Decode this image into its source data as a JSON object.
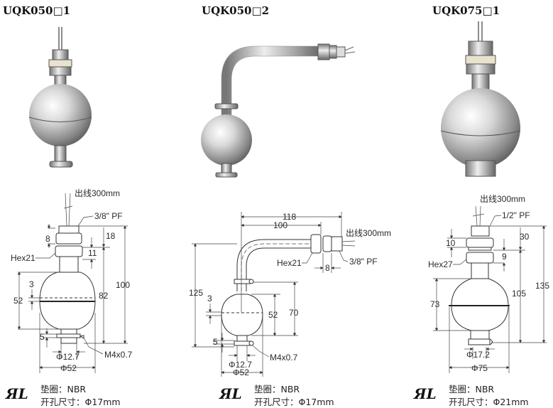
{
  "models": [
    {
      "title": "UQK050□1",
      "labels": {
        "cable": "出线300mm",
        "thread": "3/8\" PF",
        "nut_h": "8",
        "top_h": "18",
        "hex": "Hex21",
        "nut2_h": "11",
        "total_h": "100",
        "offset": "3",
        "float_h": "52",
        "switch_h": "82",
        "clamp_h": "5",
        "screw": "M4x0.7",
        "stem_d": "Φ12.7",
        "float_d": "Φ52"
      },
      "gasket": "垫圈：NBR",
      "hole": "开孔尺寸：Φ17mm"
    },
    {
      "title": "UQK050□2",
      "labels": {
        "width_total": "118",
        "width_tube": "100",
        "cable": "出线300mm",
        "hex": "Hex21",
        "nut_w": "8",
        "thread": "3/8\" PF",
        "total_h": "125",
        "offset": "3",
        "float_h": "52",
        "switch_h": "70",
        "clamp_h": "5",
        "screw": "M4x0.7",
        "stem_d": "Φ12.7",
        "float_d": "Φ52"
      },
      "gasket": "垫圈：NBR",
      "hole": "开孔尺寸：Φ17mm"
    },
    {
      "title": "UQK075□1",
      "labels": {
        "cable": "出线300mm",
        "thread": "1/2\" PF",
        "nut_h": "10",
        "top_h": "30",
        "nut2_h": "9",
        "hex": "Hex27",
        "switch_h": "105",
        "total_h": "135",
        "float_h": "73",
        "stem_d": "Φ17.2",
        "float_d": "Φ75"
      },
      "gasket": "垫圈：NBR",
      "hole": "开孔尺寸：Φ21mm"
    }
  ],
  "cert_logo": "UL",
  "colors": {
    "line": "#333333",
    "steel_light": "#f4f4f4",
    "steel_dark": "#6b6b6b"
  }
}
